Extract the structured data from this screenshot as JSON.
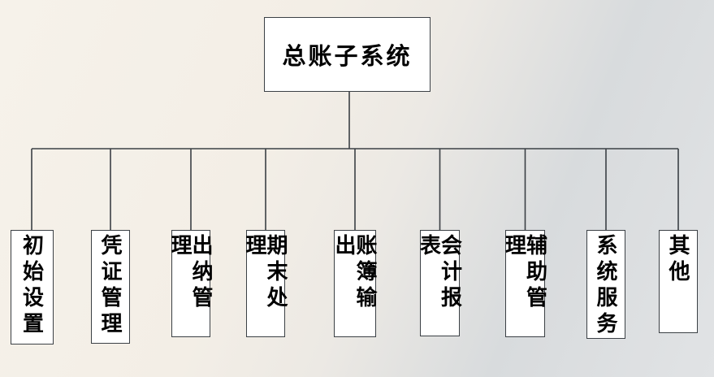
{
  "diagram": {
    "title": "总账子系统",
    "root": {
      "label": "总账子系统"
    },
    "children": [
      {
        "label": "初始设置"
      },
      {
        "label": "凭证管理"
      },
      {
        "label": "出纳管理"
      },
      {
        "label": "期末处理"
      },
      {
        "label": "账簿输出"
      },
      {
        "label": "会计报表"
      },
      {
        "label": "辅助管理"
      },
      {
        "label": "系统服务"
      },
      {
        "label": "其他"
      }
    ]
  },
  "colors": {
    "line": "#3b4045",
    "node_background": "#ffffff",
    "node_border": "#3b4045",
    "text": "#000000",
    "background_left": "#f4efe7",
    "background_right": "#d9dcde"
  }
}
